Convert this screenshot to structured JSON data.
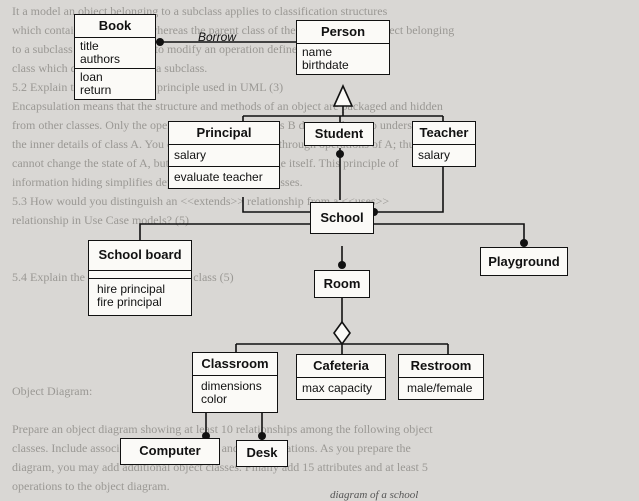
{
  "background_text": [
    "It a model an object belonging to a subclass applies to classification structures",
    "which contain the operation whereas the parent class of the super class. An object belonging",
    "to a subclass may be allowed to modify an operation defined in the parent",
    "class which does not apply to a subclass.",
    "5.2 Explain the encapsulation principle used in UML (3)",
    "Encapsulation means that the structure and methods of an object are packaged and hidden",
    "from other classes. Only the operations are visible. Class B does not have to understand",
    "the inner details of class A. You can only communicate through operations of A; thus B",
    "cannot change the state of A, but can request A to change itself. This principle of",
    "information hiding simplifies dependencies between classes.",
    "5.3 How would you distinguish an <<extends>> relationship from a <<uses>>",
    "relationship in Use Case models? (5)",
    "",
    "",
    "5.4 Explain the use of an Association class (5)",
    "",
    "",
    "",
    "",
    "",
    "Object Diagram:",
    "",
    "Prepare an object diagram showing at least 10 relationships among the following object",
    "classes. Include associations, aggregations, and generalizations. As you prepare the",
    "diagram, you may add additional object classes. Finally add 15 attributes and at least 5",
    "operations to the object diagram."
  ],
  "caption": "diagram of a school",
  "association_label": "Borrow",
  "classes": {
    "book": {
      "name": "Book",
      "attrs": [
        "title",
        "authors"
      ],
      "ops": [
        "loan",
        "return"
      ]
    },
    "person": {
      "name": "Person",
      "attrs": [
        "name",
        "birthdate"
      ]
    },
    "principal": {
      "name": "Principal",
      "attrs": [
        "salary"
      ],
      "ops": [
        "evaluate teacher"
      ]
    },
    "student": {
      "name": "Student"
    },
    "teacher": {
      "name": "Teacher",
      "attrs": [
        "salary"
      ]
    },
    "school": {
      "name": "School"
    },
    "school_board": {
      "name": "School board",
      "ops": [
        "hire principal",
        "fire principal"
      ]
    },
    "playground": {
      "name": "Playground"
    },
    "room": {
      "name": "Room"
    },
    "classroom": {
      "name": "Classroom",
      "attrs": [
        "dimensions",
        "color"
      ]
    },
    "cafeteria": {
      "name": "Cafeteria",
      "attrs": [
        "max capacity"
      ]
    },
    "restroom": {
      "name": "Restroom",
      "attrs": [
        "male/female"
      ]
    },
    "computer": {
      "name": "Computer"
    },
    "desk": {
      "name": "Desk"
    }
  }
}
